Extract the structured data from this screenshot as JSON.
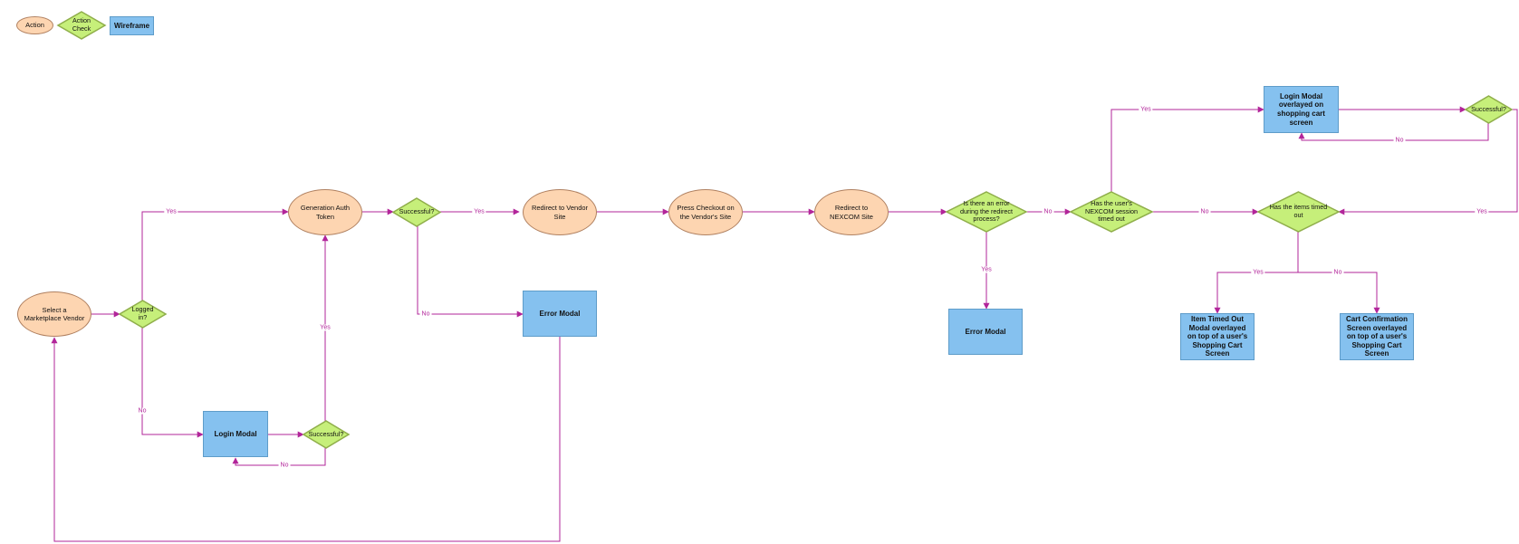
{
  "legend": {
    "action": "Action",
    "check": "Action Check",
    "wireframe": "Wireframe"
  },
  "nodes": {
    "select_vendor": "Select a Marketplace Vendor",
    "logged_in": "Logged in?",
    "login_modal": "Login Modal",
    "successful_login": "Successful?",
    "generation_auth_token": "Generation Auth Token",
    "successful_token": "Successful?",
    "redirect_vendor": "Redirect to Vendor Site",
    "error_modal_1": "Error Modal",
    "press_checkout": "Press Checkout on the Vendor's Site",
    "redirect_nexcom": "Redirect to NEXCOM Site",
    "redirect_error": "Is there an error during the redirect process?",
    "error_modal_2": "Error Modal",
    "session_timed_out": "Has the user's NEXCOM session timed out",
    "login_modal_overlay": "Login Modal overlayed on shopping cart screen",
    "successful_overlay": "Successful?",
    "items_timed_out": "Has the items timed out",
    "item_timed_out_modal": "Item Timed Out Modal overlayed on top of a user's Shopping Cart Screen",
    "cart_confirmation": "Cart Confirmation Screen overlayed on top of a user's Shopping Cart Screen"
  },
  "edge_labels": {
    "yes": "Yes",
    "no": "No"
  },
  "colors": {
    "action_fill": "#fdd5b1",
    "check_fill": "#c6ef7a",
    "wireframe_fill": "#85c1ef",
    "connector": "#b2259a"
  }
}
